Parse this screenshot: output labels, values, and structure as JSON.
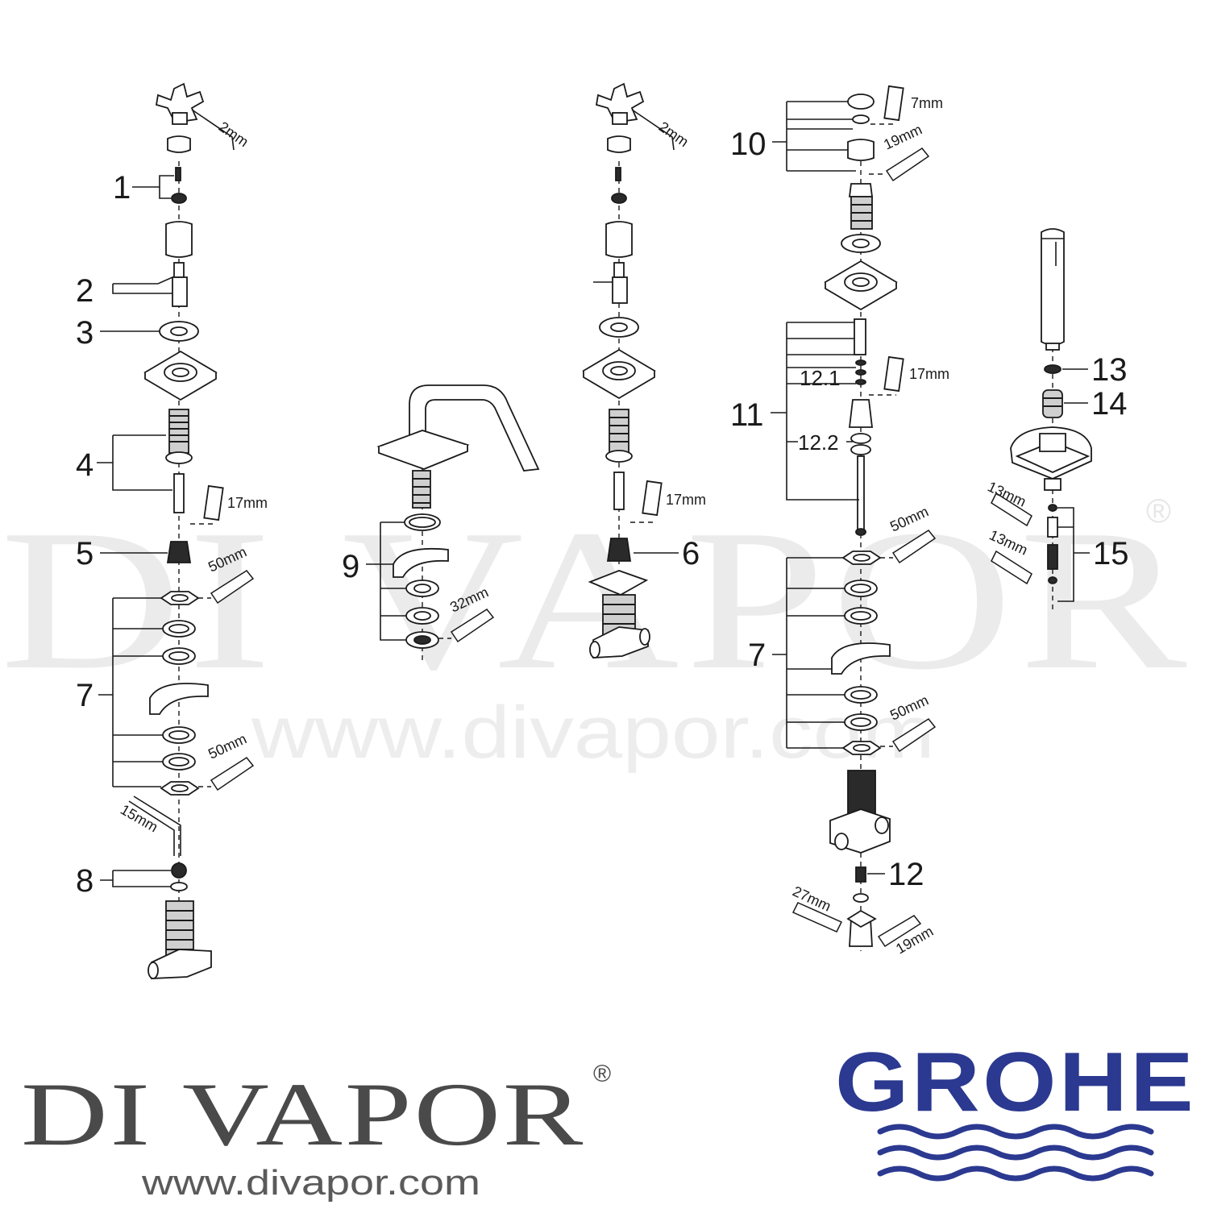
{
  "watermark": {
    "brand": "DI VAPOR",
    "registered": "®",
    "url": "www.divapor.com"
  },
  "part_labels": {
    "p1": "1",
    "p2": "2",
    "p3": "3",
    "p4": "4",
    "p5": "5",
    "p6": "6",
    "p7a": "7",
    "p7b": "7",
    "p8": "8",
    "p9": "9",
    "p10": "10",
    "p11": "11",
    "p12": "12",
    "p12_1": "12.1",
    "p12_2": "12.2",
    "p13": "13",
    "p14": "14",
    "p15": "15"
  },
  "tool_sizes": {
    "hex_a": "2mm",
    "hex_b": "2mm",
    "socket_a": "17mm",
    "socket_b": "17mm",
    "socket_c": "17mm",
    "socket_d": "7mm",
    "wrench_50_a": "50mm",
    "wrench_50_b": "50mm",
    "wrench_50_c": "50mm",
    "wrench_50_d": "50mm",
    "wrench_32": "32mm",
    "wrench_19_a": "19mm",
    "wrench_19_b": "19mm",
    "wrench_27": "27mm",
    "wrench_13_a": "13mm",
    "wrench_13_b": "13mm",
    "allen_15": "15mm"
  },
  "footer": {
    "brand": "DI VAPOR",
    "registered": "®",
    "url": "www.divapor.com",
    "manufacturer": "GROHE"
  },
  "colors": {
    "grohe_blue": "#2b3990",
    "divapor_grey": "#4a4a4a",
    "watermark_grey": "#ebebeb",
    "line": "#1a1a1a"
  }
}
